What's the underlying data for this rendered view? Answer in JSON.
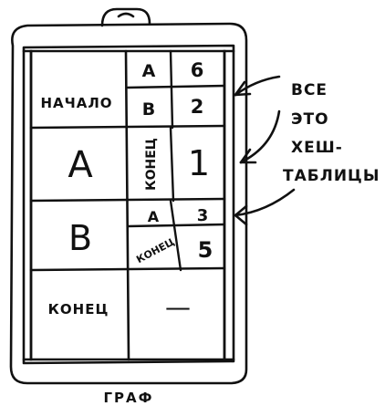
{
  "graph": {
    "rows": [
      {
        "key": "НАЧАЛО",
        "entries": [
          {
            "key": "A",
            "value": "6"
          },
          {
            "key": "B",
            "value": "2"
          }
        ]
      },
      {
        "key": "A",
        "entries": [
          {
            "key": "КОНЕЦ",
            "value": "1"
          }
        ]
      },
      {
        "key": "B",
        "entries": [
          {
            "key": "A",
            "value": "3"
          },
          {
            "key": "КОНЕЦ",
            "value": "5"
          }
        ]
      },
      {
        "key": "КОНЕЦ",
        "entries_placeholder": "—"
      }
    ],
    "annotation": [
      "ВСЕ",
      "ЭТО",
      "ХЕШ-",
      "ТАБЛИЦЫ"
    ],
    "caption": "ГРАФ"
  }
}
